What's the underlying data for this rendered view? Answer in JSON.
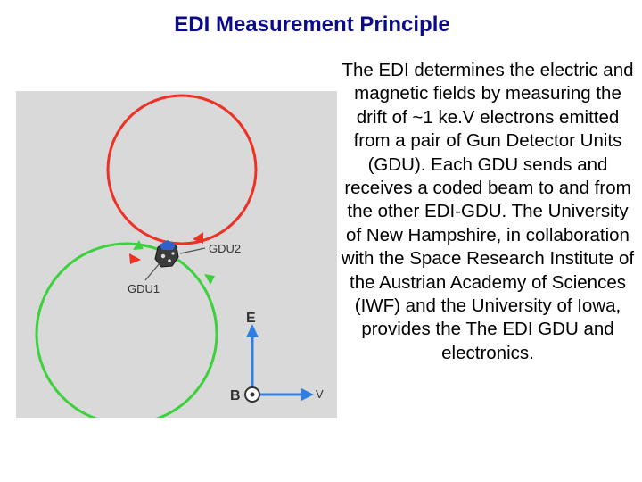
{
  "title": "EDI Measurement Principle",
  "description": "The EDI determines the electric and magnetic fields by measuring the drift of ~1 ke.V electrons emitted from a pair of Gun Detector Units (GDU). Each GDU sends and receives a coded beam to and from the other EDI-GDU. The University of New Hampshire, in collaboration with the Space Research Institute of the Austrian Academy of Sciences (IWF) and the University of Iowa, provides the The EDI GDU and electronics.",
  "figure": {
    "labels": {
      "gdu2": "GDU2",
      "gdu1": "GDU1",
      "e": "E",
      "b": "B",
      "v": "V"
    },
    "colors": {
      "background": "#d9d9d9",
      "red_orbit": "#ee3124",
      "green_orbit": "#3dd13d",
      "axis": "#2f7fe0"
    }
  }
}
